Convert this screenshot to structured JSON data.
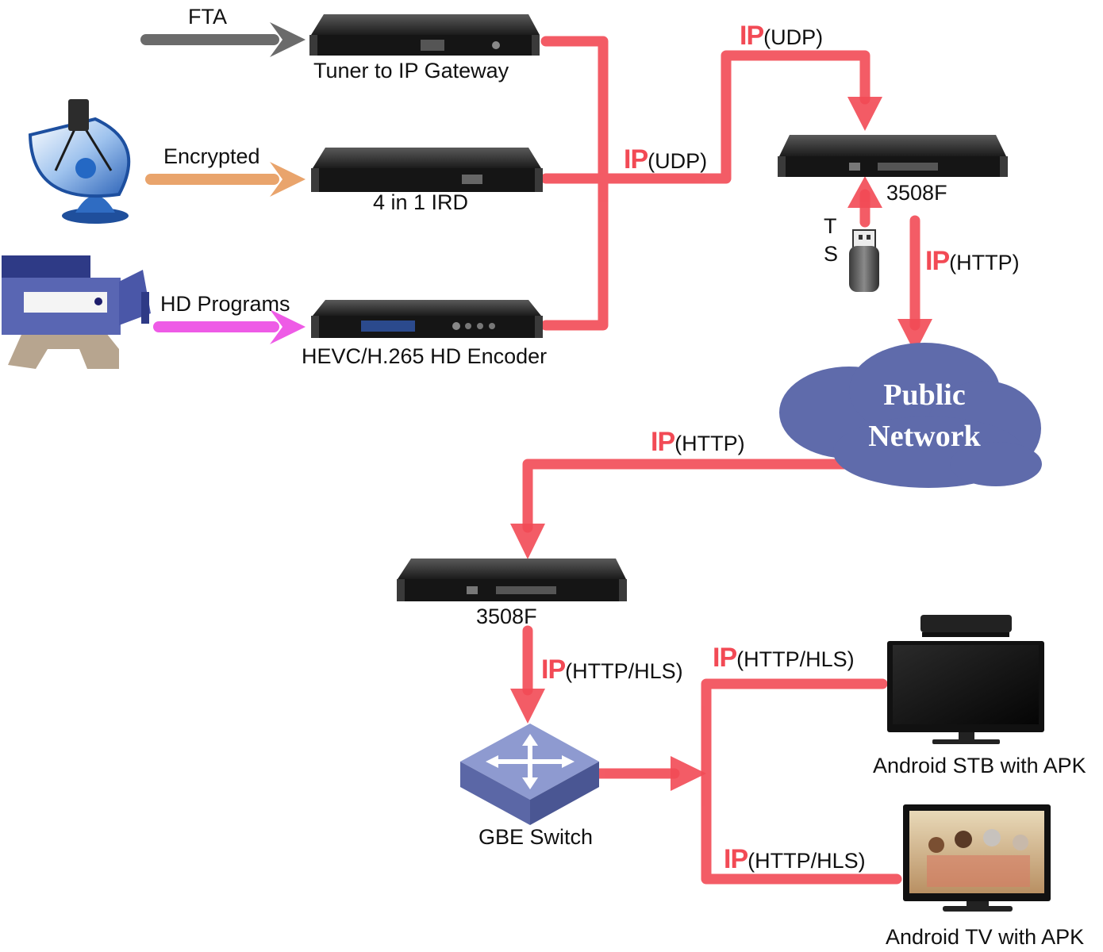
{
  "inputs": {
    "fta": "FTA",
    "encrypted": "Encrypted",
    "hd_programs": "HD Programs"
  },
  "devices": {
    "tuner_gateway": "Tuner to IP Gateway",
    "ird": "4 in 1 IRD",
    "encoder": "HEVC/H.265 HD Encoder",
    "server_top": "3508F",
    "server_bottom": "3508F",
    "switch": "GBE Switch",
    "stb": "Android STB with APK",
    "tv": "Android TV with APK"
  },
  "network": {
    "cloud_line1": "Public",
    "cloud_line2": "Network"
  },
  "usb": {
    "t": "T",
    "s": "S"
  },
  "links": {
    "ip_word": "IP",
    "udp_top": "(UDP)",
    "udp_mid": "(UDP)",
    "http_right": "(HTTP)",
    "http_cloud": "(HTTP)",
    "hls_switch": "(HTTP/HLS)",
    "hls_stb": "(HTTP/HLS)",
    "hls_tv": "(HTTP/HLS)"
  },
  "colors": {
    "link": "#f24a55",
    "fta_arrow": "#6b6b6b",
    "encrypted_arrow": "#e9a46c",
    "hd_arrow": "#ee5be6",
    "cloud": "#5f6bab",
    "switch": "#7f8cc4"
  }
}
